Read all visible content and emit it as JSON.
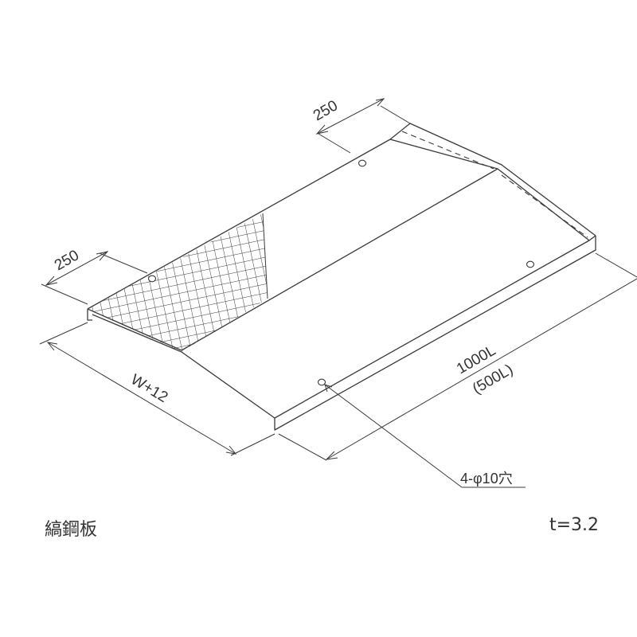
{
  "dimensions": {
    "top_width": "250",
    "left_width": "250",
    "total_width": "W+12",
    "length": "1000L",
    "length_alt": "(500L)",
    "holes": "4-φ10穴"
  },
  "captions": {
    "material": "縞鋼板",
    "thickness": "t=3.2"
  }
}
